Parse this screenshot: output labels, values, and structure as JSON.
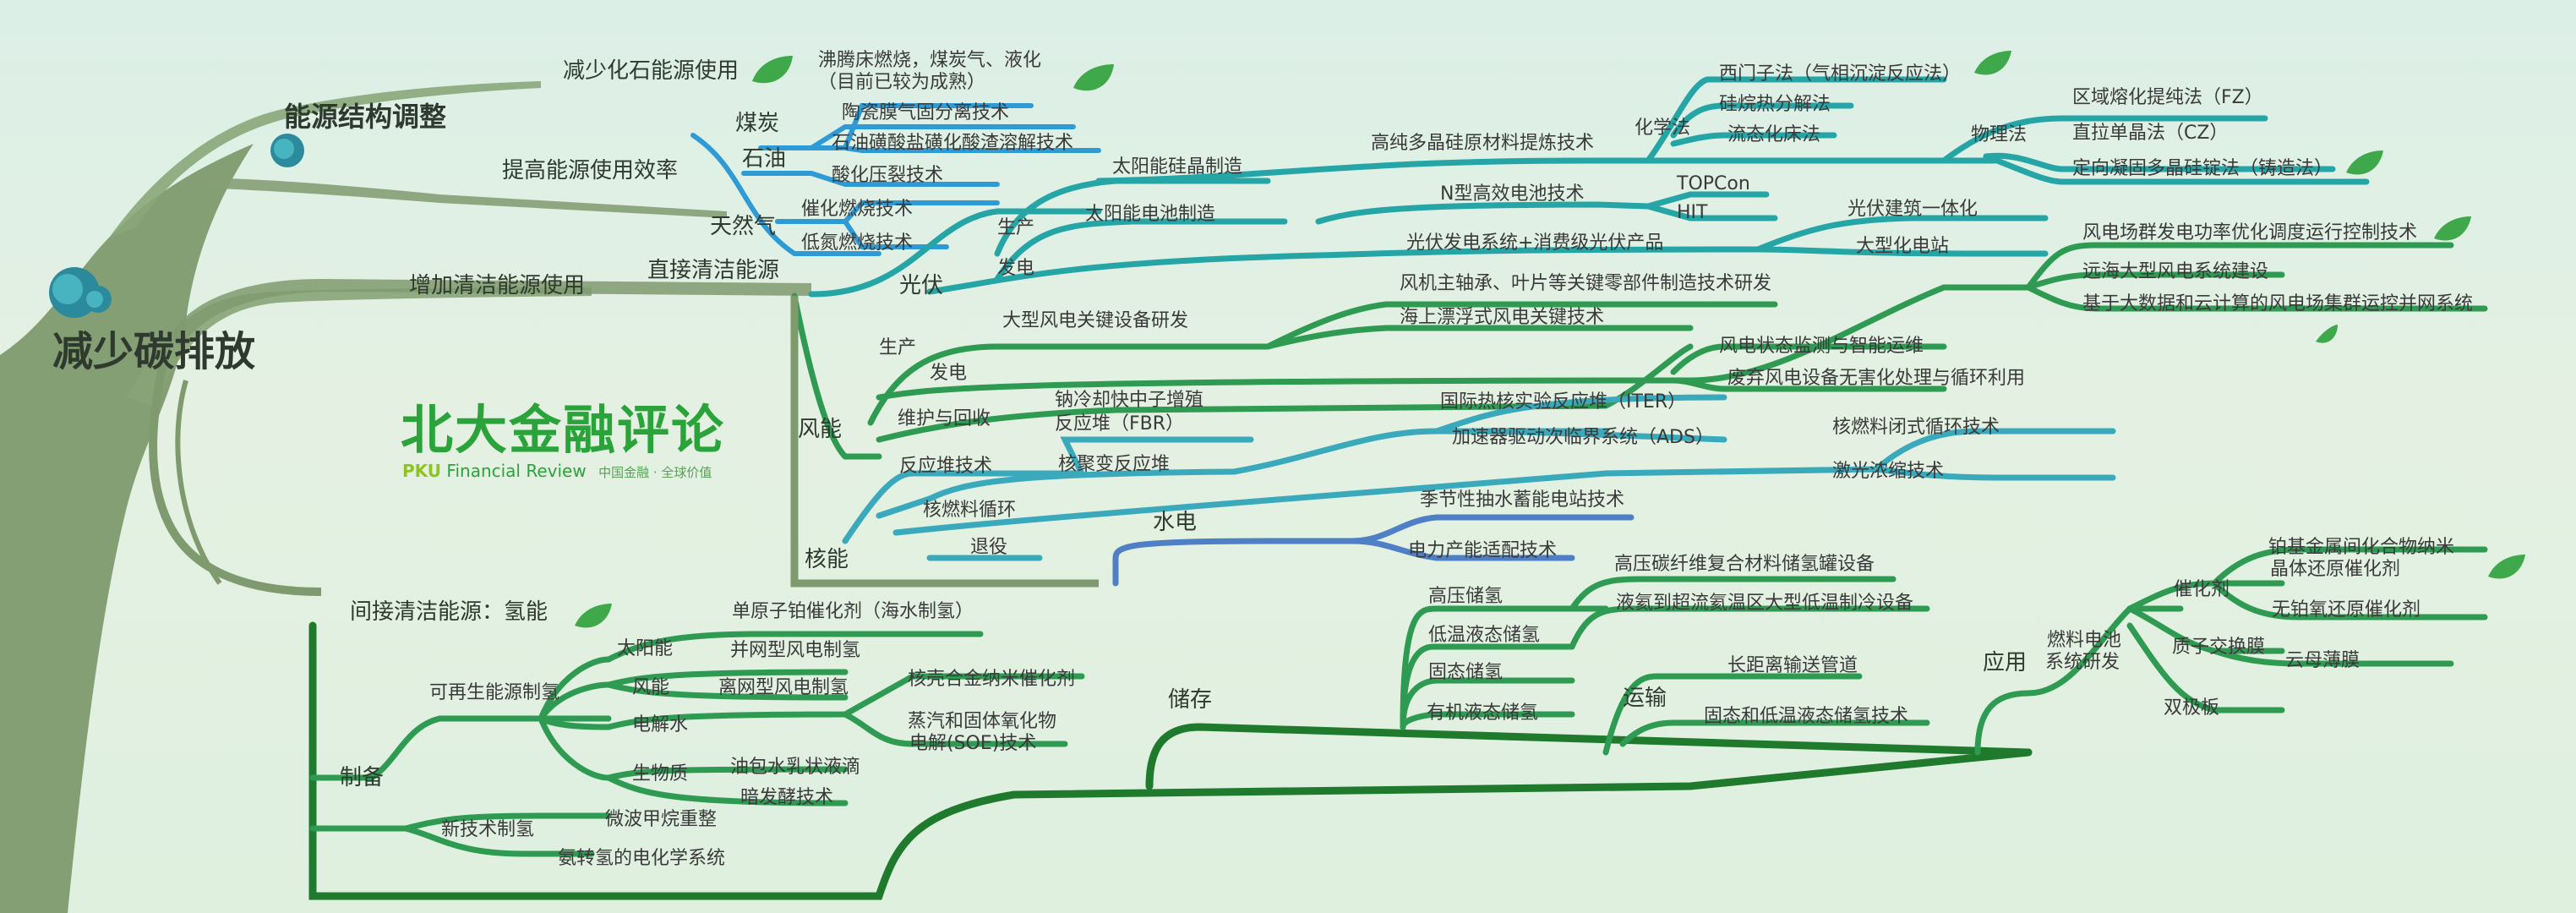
{
  "root": {
    "label": "减少碳排放"
  },
  "brand": {
    "title": "北大金融评论",
    "en_pku": "PKU",
    "en_rest": "Financial Review",
    "en_slogan": "中国金融 · 全球价值"
  },
  "energy_structure": {
    "label": "能源结构调整",
    "reduce_fossil": "减少化石能源使用",
    "improve_efficiency": "提高能源使用效率",
    "coal": {
      "label": "煤炭",
      "items": [
        "沸腾床燃烧，煤炭气、液化",
        "（目前已较为成熟）",
        "陶瓷膜气固分离技术",
        "石油磺酸盐磺化酸渣溶解技术"
      ]
    },
    "oil": {
      "label": "石油",
      "items": [
        "酸化压裂技术"
      ]
    },
    "gas": {
      "label": "天然气",
      "items": [
        "催化燃烧技术",
        "低氮燃烧技术"
      ]
    }
  },
  "clean_energy": {
    "increase": "增加清洁能源使用",
    "direct": "直接清洁能源",
    "indirect": "间接清洁能源：氢能",
    "pv": {
      "label": "光伏",
      "produce": "生产",
      "generate": "发电",
      "silicon_mfg": "太阳能硅晶制造",
      "cell_mfg": "太阳能电池制造",
      "purify": "高纯多晶硅原材料提炼技术",
      "chem_method": "化学法",
      "chem_items": [
        "西门子法（气相沉淀反应法）",
        "硅烷热分解法",
        "流态化床法"
      ],
      "phys_method": "物理法",
      "phys_items": [
        "区域熔化提纯法（FZ）",
        "直拉单晶法（CZ）",
        "定向凝固多晶硅锭法（铸造法）"
      ],
      "n_cell": "N型高效电池技术",
      "n_items": [
        "TOPCon",
        "HIT"
      ],
      "system": "光伏发电系统+消费级光伏产品",
      "system_items": [
        "光伏建筑一体化",
        "大型化电站"
      ]
    },
    "wind": {
      "label": "风能",
      "produce": "生产",
      "generate": "发电",
      "maintain": "维护与回收",
      "equipment": "大型风电关键设备研发",
      "equip_items": [
        "风机主轴承、叶片等关键零部件制造技术研发",
        "海上漂浮式风电关键技术"
      ],
      "gen_items": [
        "风电场群发电功率优化调度运行控制技术",
        "远海大型风电系统建设",
        "基于大数据和云计算的风电场集群运控并网系统"
      ],
      "maint_items": [
        "风电状态监测与智能运维",
        "废弃风电设备无害化处理与循环利用"
      ]
    },
    "nuclear": {
      "label": "核能",
      "reactor": "反应堆技术",
      "fuel_cycle": "核燃料循环",
      "decommission": "退役",
      "fbr": "钠冷却快中子增殖",
      "fbr2": "反应堆（FBR）",
      "fusion": "核聚变反应堆",
      "fusion_items": [
        "国际热核实验反应堆（ITER）",
        "加速器驱动次临界系统（ADS）"
      ],
      "fuel_items": [
        "核燃料闭式循环技术",
        "激光浓缩技术"
      ]
    },
    "hydro": {
      "label": "水电",
      "items": [
        "季节性抽水蓄能电站技术",
        "电力产能适配技术"
      ]
    }
  },
  "hydrogen": {
    "prepare": "制备",
    "renewable": "可再生能源制氢",
    "solar": "太阳能",
    "wind": "风能",
    "electrolysis": "电解水",
    "bio": "生物质",
    "solar_item": "单原子铂催化剂（海水制氢）",
    "wind_items": [
      "并网型风电制氢",
      "离网型风电制氢"
    ],
    "elec_items": [
      "核壳合金纳米催化剂",
      "蒸汽和固体氧化物",
      "电解(SOE)技术"
    ],
    "bio_items": [
      "油包水乳状液滴",
      "暗发酵技术"
    ],
    "new_tech": "新技术制氢",
    "new_items": [
      "微波甲烷重整",
      "氨转氢的电化学系统"
    ],
    "storage": "储存",
    "storage_items": [
      "高压储氢",
      "低温液态储氢",
      "固态储氢",
      "有机液态储氢"
    ],
    "storage_tech": [
      "高压碳纤维复合材料储氢罐设备",
      "液氦到超流氦温区大型低温制冷设备"
    ],
    "transport": "运输",
    "transport_items": [
      "长距离输送管道",
      "固态和低温液态储氢技术"
    ],
    "application": "应用",
    "fuel_cell": "燃料电池",
    "fuel_cell2": "系统研发",
    "catalyst": "催化剂",
    "catalyst_items": [
      "铂基金属间化合物纳米",
      "晶体还原催化剂",
      "无铂氧还原催化剂"
    ],
    "membrane": "质子交换膜",
    "membrane_item": "云母薄膜",
    "bipolar": "双极板"
  },
  "colors": {
    "trunk": "#7f9a6e",
    "blue": "#2f9bd6",
    "teal": "#25a5a5",
    "green": "#2e9a52",
    "dark_green": "#1f7a2e",
    "nuclear": "#3aa9bb",
    "hydro": "#4f7fc5",
    "brand": "#2aa33a"
  }
}
